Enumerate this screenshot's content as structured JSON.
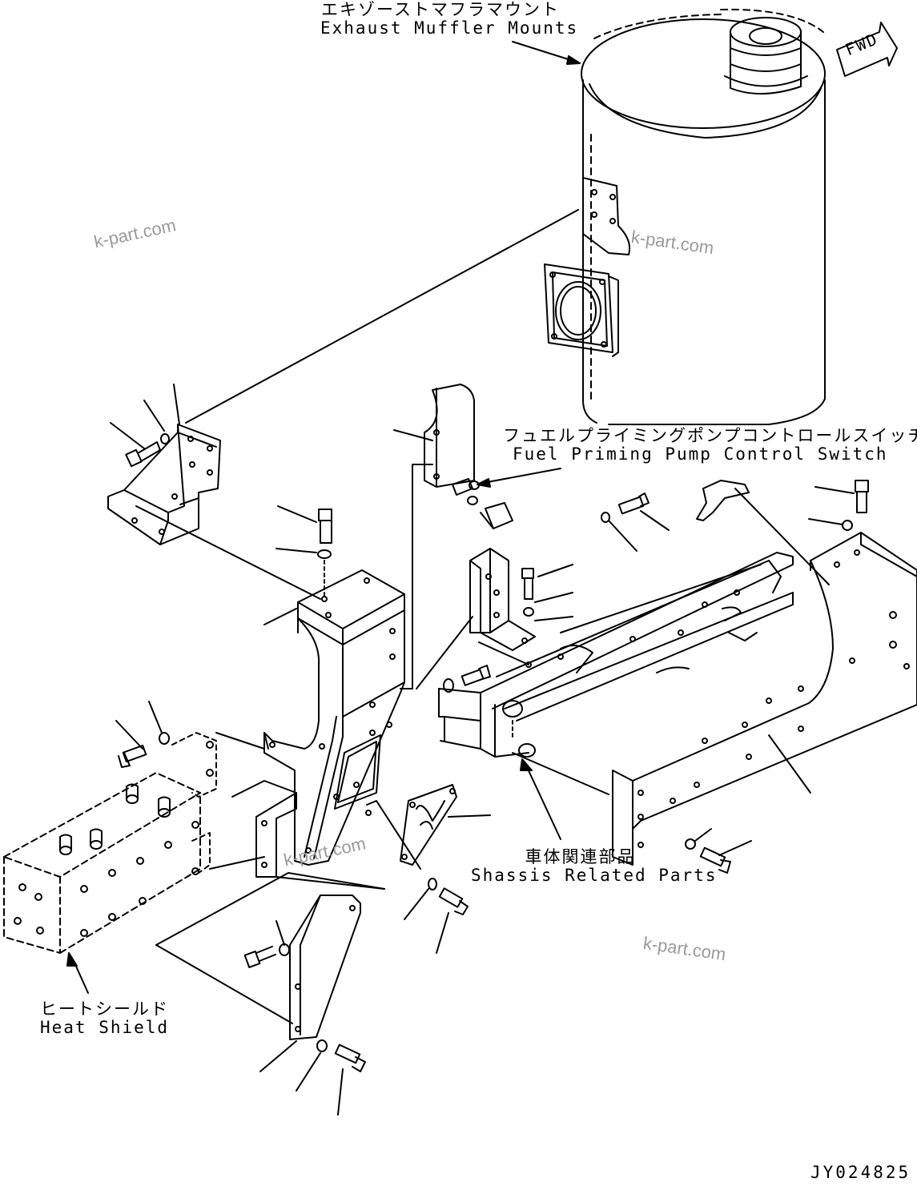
{
  "labels": {
    "exhaust_jp": "エキゾーストマフラマウント",
    "exhaust_en": "Exhaust Muffler Mounts",
    "fuel_jp": "フュエルプライミングポンプコントロールスイッチ",
    "fuel_en": "Fuel Priming Pump Control Switch",
    "chassis_jp": "車体関連部品",
    "chassis_en": "Shassis Related Parts",
    "heat_jp": "ヒートシールド",
    "heat_en": "Heat Shield",
    "fwd": "FWD",
    "drawing_no": "JY024825"
  },
  "watermarks": [
    "k-part.com",
    "k-part.com",
    "k-part.com",
    "k-part.com"
  ]
}
